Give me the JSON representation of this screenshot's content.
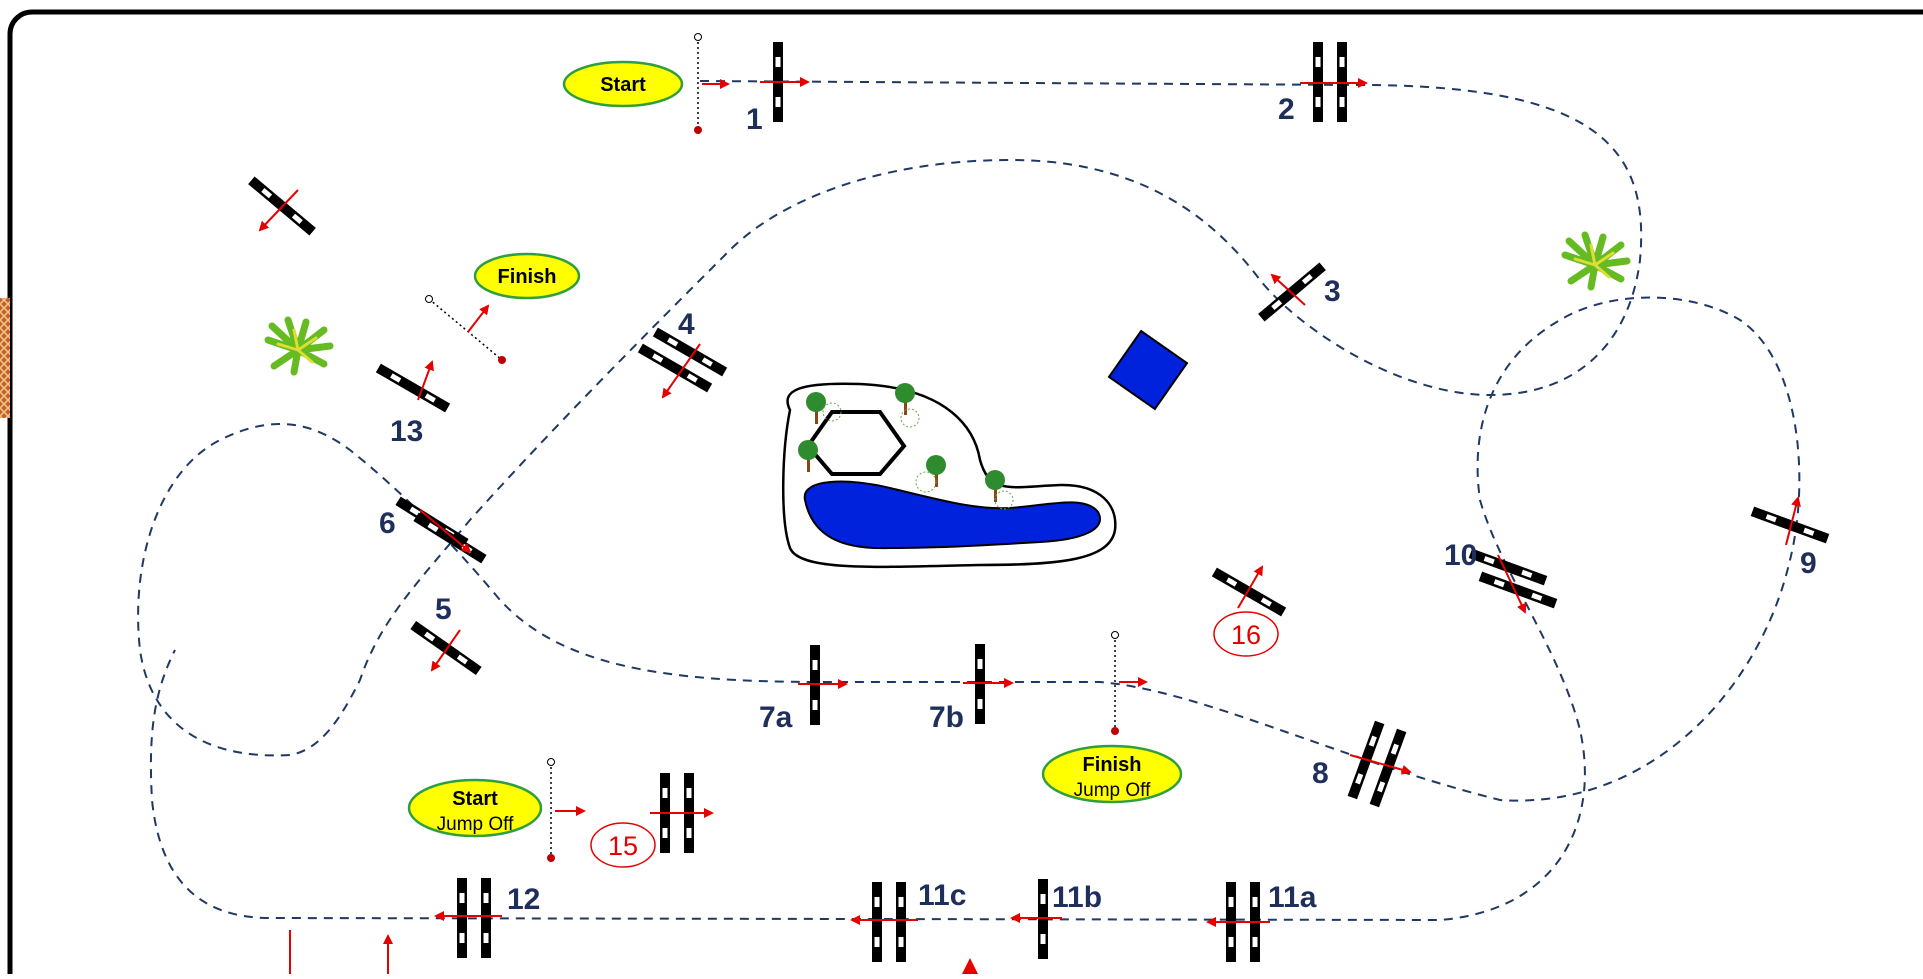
{
  "start_label": "Start",
  "finish_label": "Finish",
  "jumpoff_start": {
    "line1": "Start",
    "line2": "Jump Off"
  },
  "jumpoff_finish": {
    "line1": "Finish",
    "line2": "Jump Off"
  },
  "obstacle_numbers": {
    "n1": "1",
    "n2": "2",
    "n3": "3",
    "n4": "4",
    "n5": "5",
    "n6": "6",
    "n7a": "7a",
    "n7b": "7b",
    "n8": "8",
    "n9": "9",
    "n10": "10",
    "n11a": "11a",
    "n11b": "11b",
    "n11c": "11c",
    "n12": "12",
    "n13": "13"
  },
  "jumpoff_numbers": {
    "n15": "15",
    "n16": "16"
  },
  "colors": {
    "border": "#000000",
    "route_line": "#1f3864",
    "arrow_red": "#e60000",
    "oval_fill": "#ffff00",
    "oval_stroke": "#2e9e3e",
    "number_text": "#1f2f5c",
    "water": "#0022dd",
    "tree_green": "#2e8b2e",
    "plant_green": "#66bb22"
  }
}
